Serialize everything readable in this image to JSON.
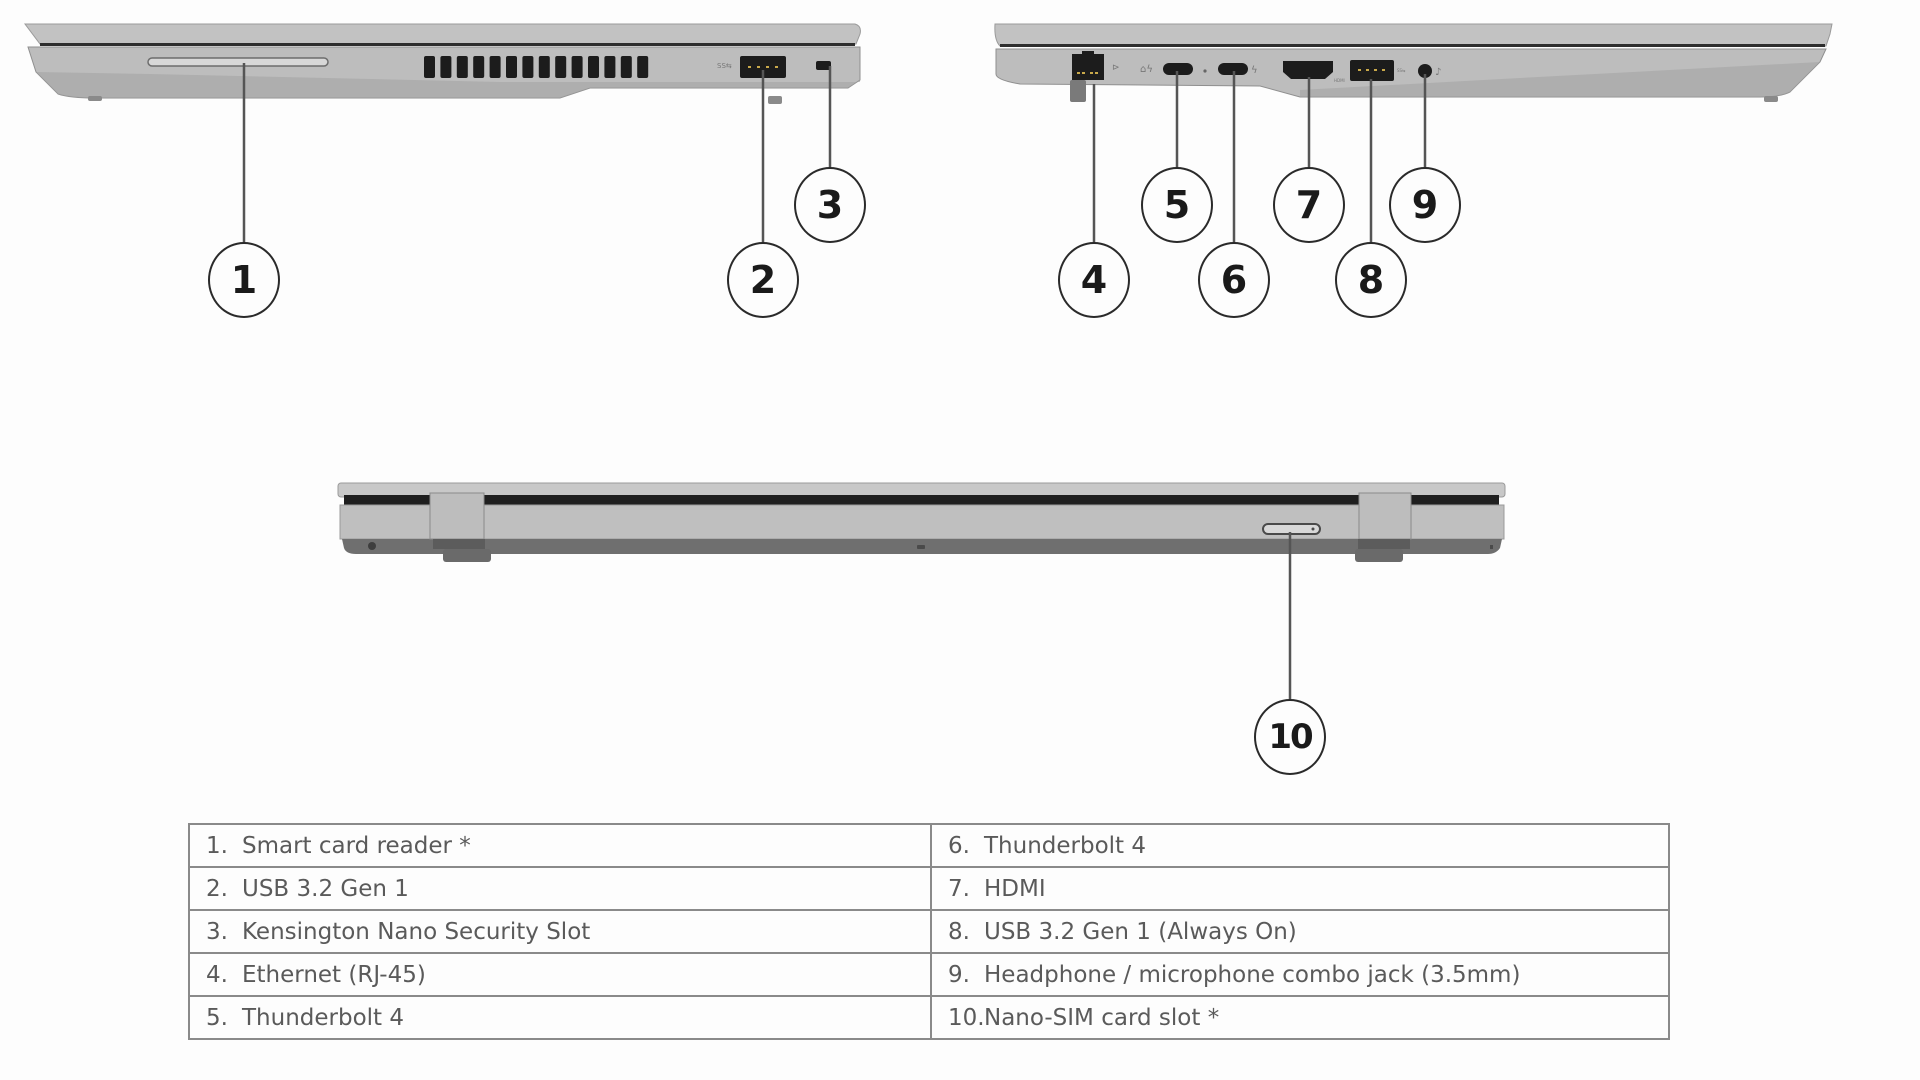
{
  "views": {
    "left_side": {
      "label": "Left side view",
      "callouts": [
        "1",
        "2",
        "3"
      ]
    },
    "right_side": {
      "label": "Right side view",
      "callouts": [
        "4",
        "5",
        "6",
        "7",
        "8",
        "9"
      ]
    },
    "rear": {
      "label": "Rear view",
      "callouts": [
        "10"
      ]
    }
  },
  "callouts": [
    {
      "id": "1",
      "target": "smart-card-reader"
    },
    {
      "id": "2",
      "target": "usb-a-port"
    },
    {
      "id": "3",
      "target": "security-slot"
    },
    {
      "id": "4",
      "target": "ethernet-port"
    },
    {
      "id": "5",
      "target": "thunderbolt-port-1"
    },
    {
      "id": "6",
      "target": "thunderbolt-port-2"
    },
    {
      "id": "7",
      "target": "hdmi-port"
    },
    {
      "id": "8",
      "target": "usb-a-always-on-port"
    },
    {
      "id": "9",
      "target": "audio-jack"
    },
    {
      "id": "10",
      "target": "nano-sim-slot"
    }
  ],
  "legend": {
    "rows": [
      {
        "left": {
          "num": "1.",
          "text": "Smart card reader *"
        },
        "right": {
          "num": "6.",
          "text": "Thunderbolt 4"
        }
      },
      {
        "left": {
          "num": "2.",
          "text": "USB 3.2 Gen 1"
        },
        "right": {
          "num": "7.",
          "text": "HDMI"
        }
      },
      {
        "left": {
          "num": "3.",
          "text": "Kensington Nano Security Slot"
        },
        "right": {
          "num": "8.",
          "text": "USB 3.2 Gen 1 (Always On)"
        }
      },
      {
        "left": {
          "num": "4.",
          "text": "Ethernet (RJ-45)"
        },
        "right": {
          "num": "9.",
          "text": "Headphone / microphone combo jack (3.5mm)"
        }
      },
      {
        "left": {
          "num": "5.",
          "text": "Thunderbolt 4"
        },
        "right": {
          "num": "10.",
          "text": "Nano-SIM card slot *"
        }
      }
    ]
  },
  "colors": {
    "chassis": "#b9b9b9",
    "chassis_dark": "#7d7d7d",
    "port": "#1c1c1c",
    "line": "#555555",
    "text": "#5a5a5a"
  }
}
